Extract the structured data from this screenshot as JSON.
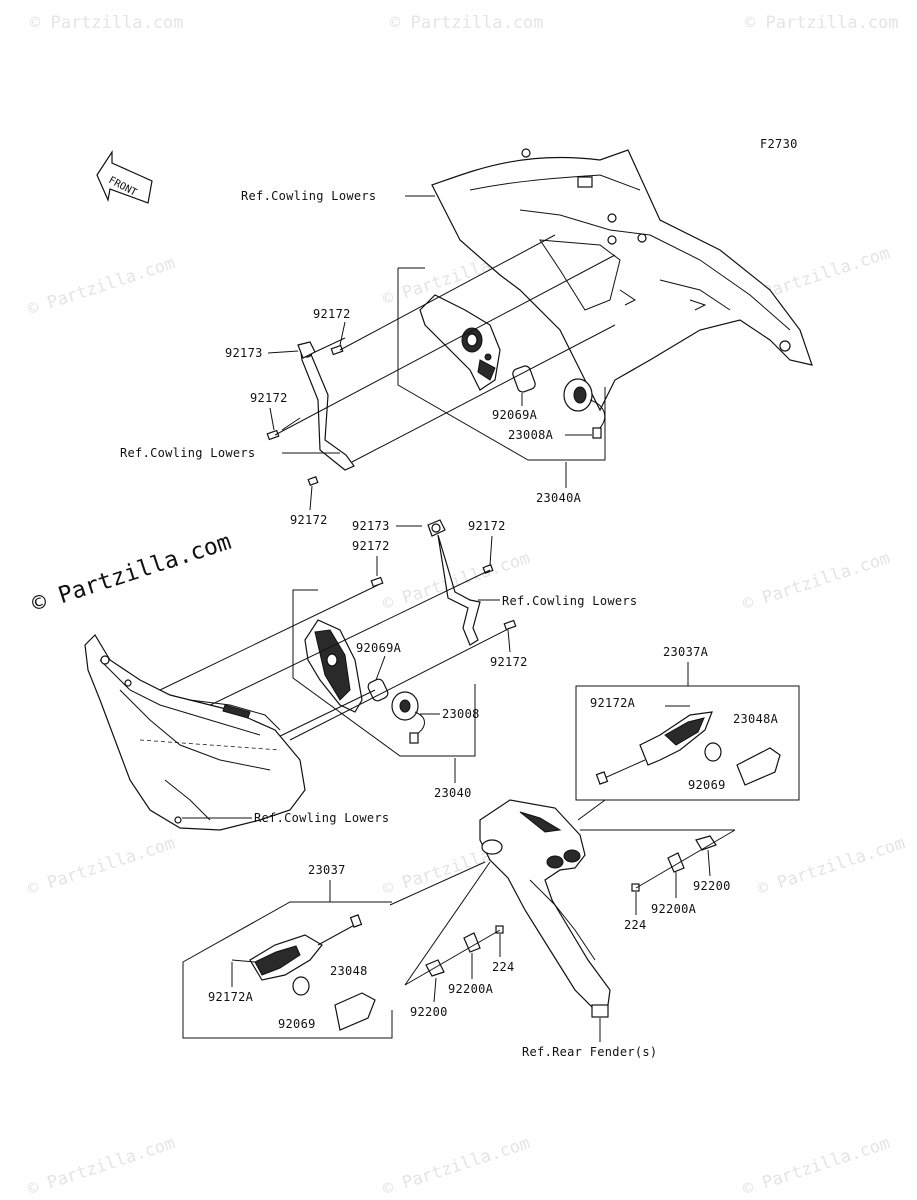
{
  "diagram": {
    "figure_code": "F2730",
    "front_arrow_label": "FRONT",
    "watermark_text": "© Partzilla.com",
    "labels": {
      "ref_cowling_lowers": "Ref.Cowling Lowers",
      "ref_rear_fender": "Ref.Rear Fender(s)",
      "p92172": "92172",
      "p92173": "92173",
      "p92069A": "92069A",
      "p23008A": "23008A",
      "p23040A": "23040A",
      "p92069": "92069",
      "p23008": "23008",
      "p23040": "23040",
      "p23037A": "23037A",
      "p92172A": "92172A",
      "p23048A": "23048A",
      "p23037": "23037",
      "p23048": "23048",
      "p92200": "92200",
      "p92200A": "92200A",
      "p224": "224"
    }
  }
}
